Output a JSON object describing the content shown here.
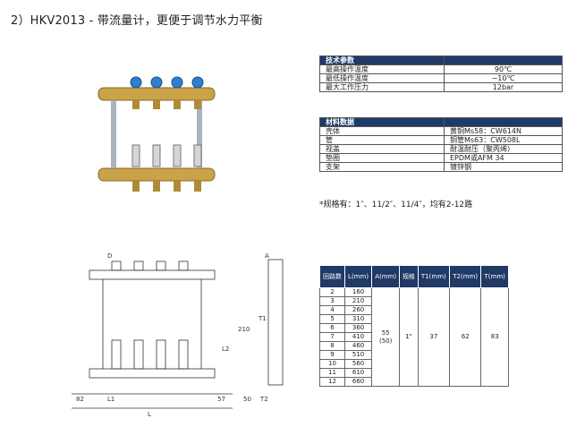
{
  "title": "2）HKV2013 - 带流量计，更便于调节水力平衡",
  "tech": {
    "header": "技术参数",
    "rows": [
      {
        "label": "最高操作温度",
        "value": "90℃"
      },
      {
        "label": "最低操作温度",
        "value": "−10℃"
      },
      {
        "label": "最大工作压力",
        "value": "12bar"
      }
    ]
  },
  "materials": {
    "header": "材料数据",
    "rows": [
      {
        "label": "壳体",
        "value": "黄铜Ms58：CW614N"
      },
      {
        "label": "管",
        "value": "铜管Ms63：CW508L"
      },
      {
        "label": "视盖",
        "value": "耐温耐压（聚丙烯）"
      },
      {
        "label": "垫圈",
        "value": "EPDM或AFM 34"
      },
      {
        "label": "支架",
        "value": "镀锌钢"
      }
    ]
  },
  "note": "*规格有：1″、11/2″、11/4″，均有2-12路",
  "dims": {
    "headers": [
      "回路数",
      "L(mm)",
      "A(mm)",
      "规格",
      "T1(mm)",
      "T2(mm)",
      "T(mm)"
    ],
    "rows": [
      [
        "2",
        "160"
      ],
      [
        "3",
        "210"
      ],
      [
        "4",
        "260"
      ],
      [
        "5",
        "310"
      ],
      [
        "6",
        "360"
      ],
      [
        "7",
        "410"
      ],
      [
        "8",
        "460"
      ],
      [
        "9",
        "510"
      ],
      [
        "10",
        "560"
      ],
      [
        "11",
        "610"
      ],
      [
        "12",
        "660"
      ]
    ],
    "a_value": "55",
    "a_sub": "(50)",
    "spec": "1\"",
    "t1": "37",
    "t2": "62",
    "t": "83"
  },
  "drawing_labels": {
    "d": "D",
    "a": "A",
    "l": "L",
    "l1": "L1",
    "l2": "L2",
    "t1": "T1",
    "t2": "T2",
    "h": "210",
    "d82": "82",
    "d57": "57",
    "d50": "50"
  }
}
